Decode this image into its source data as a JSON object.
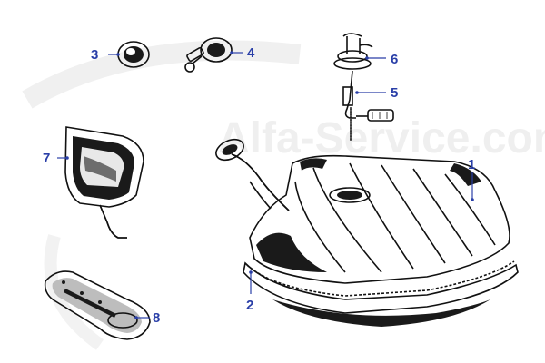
{
  "watermark": {
    "text": "Alfa-Service.com",
    "color": "#efefef"
  },
  "accent_color": "#2a3fa8",
  "callouts": [
    {
      "id": "1",
      "label": "1"
    },
    {
      "id": "2",
      "label": "2"
    },
    {
      "id": "3",
      "label": "3"
    },
    {
      "id": "4",
      "label": "4"
    },
    {
      "id": "5",
      "label": "5"
    },
    {
      "id": "6",
      "label": "6"
    },
    {
      "id": "7",
      "label": "7"
    },
    {
      "id": "8",
      "label": "8"
    }
  ]
}
